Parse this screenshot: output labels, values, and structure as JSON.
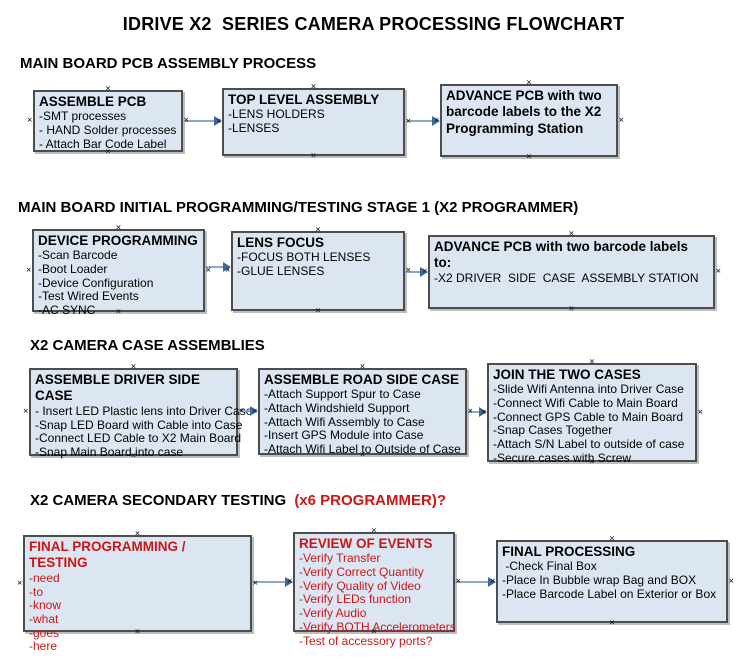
{
  "title": "IDRIVE X2  SERIES CAMERA PROCESSING FLOWCHART",
  "colors": {
    "box_fill": "#dce6f2",
    "box_border": "#4d4d4d",
    "arrow_line": "#8ea9c8",
    "arrow_head": "#3c68a0",
    "accent_red": "#cc1616"
  },
  "sections": [
    {
      "header": "MAIN BOARD PCB ASSEMBLY PROCESS",
      "boxes": [
        {
          "title": "ASSEMBLE PCB",
          "items": [
            "-SMT processes",
            "- HAND Solder processes",
            "- Attach Bar Code Label"
          ]
        },
        {
          "title": "TOP LEVEL ASSEMBLY",
          "items": [
            "-LENS HOLDERS",
            "-LENSES"
          ]
        },
        {
          "title": "ADVANCE PCB with two barcode labels to the X2 Programming Station",
          "items": []
        }
      ]
    },
    {
      "header": "MAIN BOARD INITIAL PROGRAMMING/TESTING STAGE 1 (X2 PROGRAMMER)",
      "boxes": [
        {
          "title": "DEVICE PROGRAMMING",
          "items": [
            "-Scan Barcode",
            "-Boot Loader",
            "-Device Configuration",
            "-Test Wired Events",
            "-AC SYNC"
          ]
        },
        {
          "title": "LENS FOCUS",
          "items": [
            "-FOCUS BOTH LENSES",
            "-GLUE LENSES"
          ]
        },
        {
          "title": "ADVANCE PCB with two barcode labels to:",
          "items": [
            "-X2 DRIVER  SIDE  CASE  ASSEMBLY STATION"
          ]
        }
      ]
    },
    {
      "header": "X2 CAMERA CASE ASSEMBLIES",
      "boxes": [
        {
          "title": "ASSEMBLE DRIVER SIDE CASE",
          "items": [
            "- Insert LED Plastic lens into Driver Case",
            "-Snap LED Board with Cable into Case",
            "-Connect LED Cable to X2 Main Board",
            "-Snap Main Board into case"
          ]
        },
        {
          "title": "ASSEMBLE ROAD SIDE CASE",
          "items": [
            "-Attach Support Spur to Case",
            "-Attach Windshield Support",
            "-Attach Wifi Assembly to Case",
            "-Insert GPS Module into Case",
            "-Attach Wifi Label to Outside of Case"
          ]
        },
        {
          "title": "JOIN THE TWO CASES",
          "items": [
            "-Slide Wifi Antenna into Driver Case",
            "-Connect Wifi Cable to Main Board",
            "-Connect GPS Cable to Main Board",
            "-Snap Cases Together",
            "-Attach S/N Label to outside of case",
            "-Secure cases with Screw"
          ]
        }
      ]
    },
    {
      "header": "X2 CAMERA SECONDARY TESTING ",
      "header_red_part": "(x6 PROGRAMMER)?",
      "boxes": [
        {
          "title": "FINAL PROGRAMMING / TESTING",
          "items": [
            "-need",
            "-to",
            "-know",
            "-what",
            "-goes",
            "-here"
          ]
        },
        {
          "title": "REVIEW OF EVENTS",
          "items": [
            "-Verify Transfer",
            "-Verify Correct Quantity",
            "-Verify Quality of Video",
            "-Verify LEDs function",
            "-Verify Audio",
            "-Verify BOTH Accelerometers",
            "-Test of accessory ports?"
          ]
        },
        {
          "title": "FINAL PROCESSING",
          "items": [
            " -Check Final Box",
            "-Place In Bubble wrap Bag and BOX",
            "-Place Barcode Label on Exterior or Box"
          ]
        }
      ]
    }
  ]
}
